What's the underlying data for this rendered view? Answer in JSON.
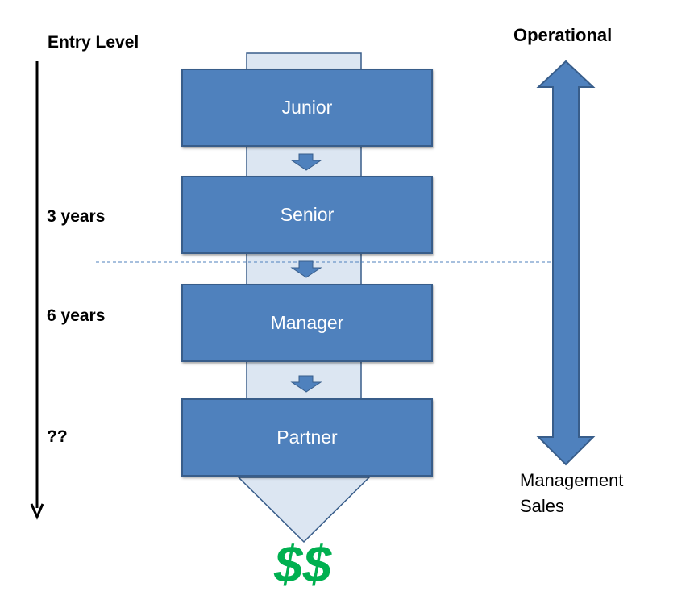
{
  "timeline": {
    "labels": [
      "Entry Level",
      "3 years",
      "6 years",
      "??"
    ]
  },
  "levels": [
    "Junior",
    "Senior",
    "Manager",
    "Partner"
  ],
  "right_axis": {
    "top_label": "Operational",
    "bottom_labels": [
      "Management",
      "Sales"
    ]
  },
  "outcome": "$$",
  "colors": {
    "box_fill": "#4f81bd",
    "box_border": "#385d8a",
    "funnel_fill": "#dce6f2",
    "money": "#00b050"
  }
}
